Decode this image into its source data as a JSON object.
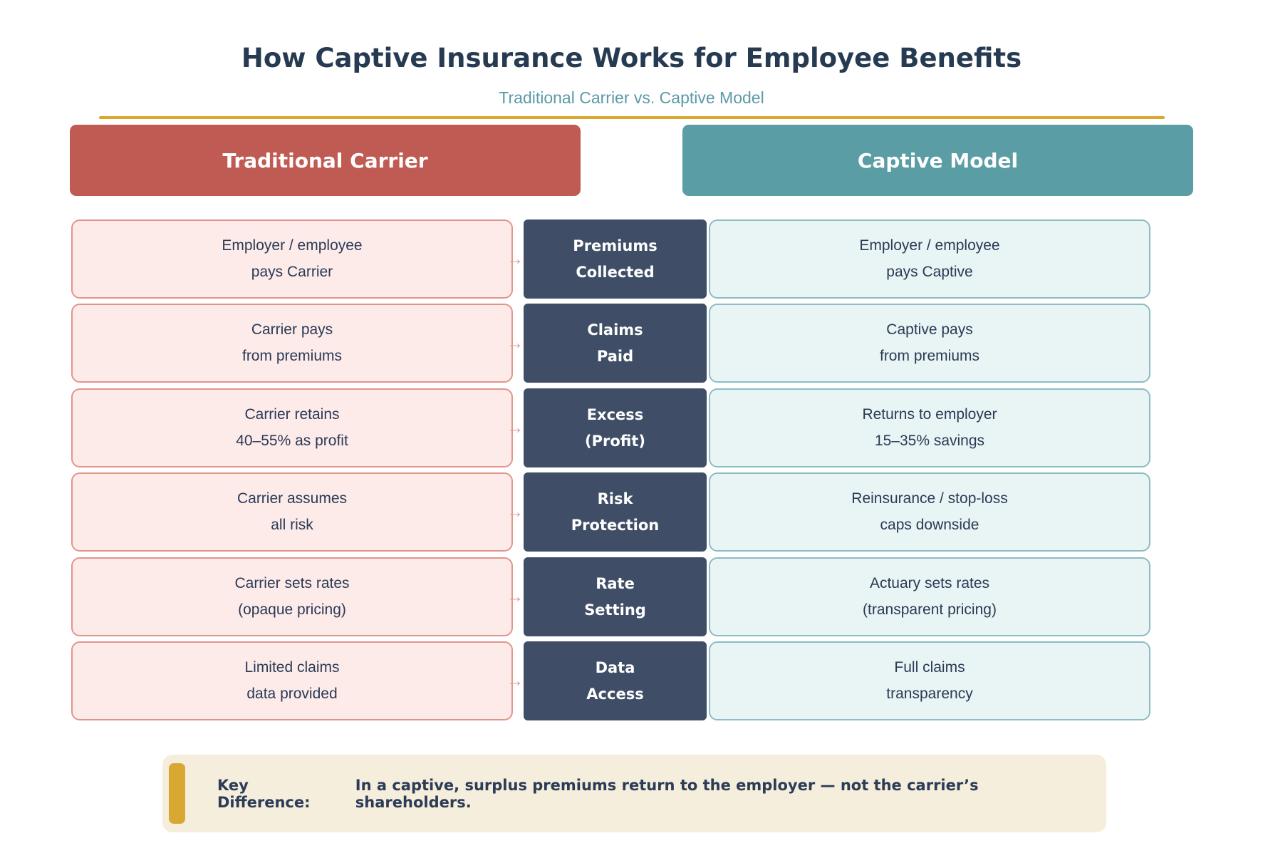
{
  "title": "How Captive Insurance Works for Employee Benefits",
  "subtitle": "Traditional Carrier vs. Captive Model",
  "columns": {
    "traditional_header": "Traditional Carrier",
    "captive_header": "Captive Model"
  },
  "icons": {
    "flow_right": "→",
    "flow_left": "<"
  },
  "rows": [
    {
      "category": "Premiums\nCollected",
      "traditional": "Employer / employee\npays Carrier",
      "captive": "Employer / employee\npays Captive"
    },
    {
      "category": "Claims\nPaid",
      "traditional": "Carrier pays\nfrom premiums",
      "captive": "Captive pays\nfrom premiums"
    },
    {
      "category": "Excess\n(Profit)",
      "traditional": "Carrier retains\n40–55% as profit",
      "captive": "Returns to employer\n15–35% savings"
    },
    {
      "category": "Risk\nProtection",
      "traditional": "Carrier assumes\nall risk",
      "captive": "Reinsurance / stop-loss\ncaps downside"
    },
    {
      "category": "Rate\nSetting",
      "traditional": "Carrier sets rates\n(opaque pricing)",
      "captive": "Actuary sets rates\n(transparent pricing)"
    },
    {
      "category": "Data\nAccess",
      "traditional": "Limited claims\ndata provided",
      "captive": "Full claims\ntransparency"
    }
  ],
  "key_difference": {
    "label": "Key Difference:",
    "text": "In a captive, surplus premiums return to the employer — not the carrier’s shareholders."
  },
  "colors": {
    "traditional_accent": "#c05b54",
    "captive_accent": "#5b9da4",
    "category_navy": "#3f4e66",
    "traditional_fill": "#fcebe9",
    "traditional_border": "#e3948d",
    "captive_fill": "#e9f4f5",
    "captive_border": "#8cbcc4",
    "gold_accent": "#d8a72e",
    "callout_bg": "#f5eedd",
    "text_navy": "#2b3a55"
  }
}
